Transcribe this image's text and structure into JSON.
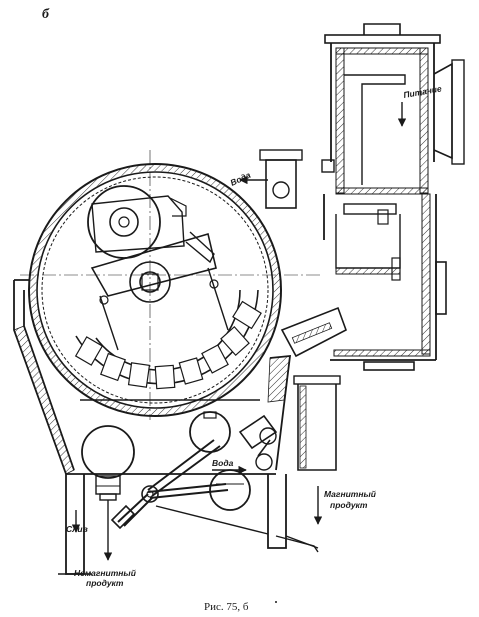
{
  "figure": {
    "panel_letter": "б",
    "caption": "Рис. 75, б",
    "colors": {
      "ink": "#1a1a1a",
      "paper": "#ffffff"
    }
  },
  "labels": {
    "feed": "Питание",
    "water_top": "Вода",
    "water_bottom": "Вода",
    "magnetic_product_line1": "Магнитный",
    "magnetic_product_line2": "продукт",
    "drain": "Слив",
    "nonmagnetic_product_line1": "Немагнитный",
    "nonmagnetic_product_line2": "продукт"
  }
}
